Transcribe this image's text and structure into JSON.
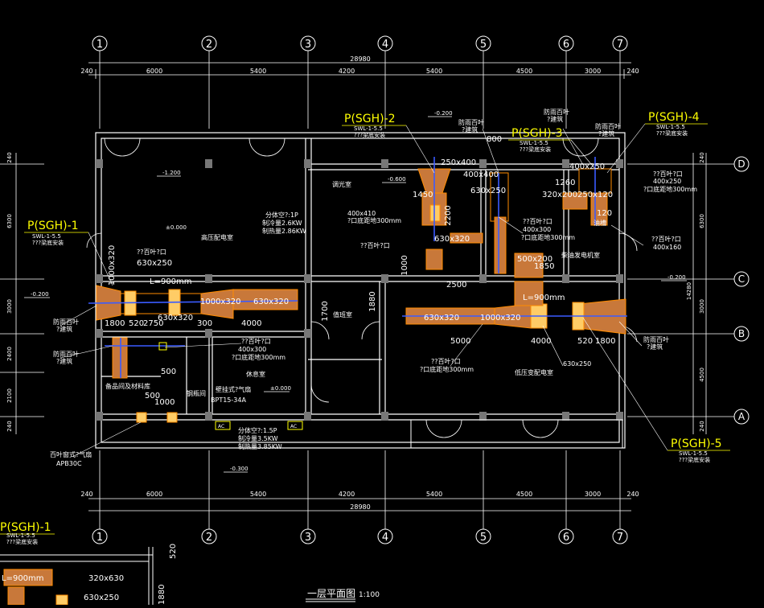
{
  "drawing": {
    "title": "一层平面图",
    "scale": "1:100",
    "total_length": "28980",
    "total_width": "14280",
    "column_axes": [
      "1",
      "2",
      "3",
      "4",
      "5",
      "6",
      "7"
    ],
    "row_axes": [
      "A",
      "B",
      "C",
      "D"
    ],
    "top_dims": [
      "240",
      "6000",
      "5400",
      "4200",
      "5400",
      "4500",
      "3000",
      "240"
    ],
    "left_dims": [
      "240",
      "6300",
      "3000",
      "2400",
      "2100",
      "240"
    ],
    "right_dims": [
      "240",
      "6300",
      "3000",
      "4500",
      "240"
    ]
  },
  "levels": {
    "l1": "-1.200",
    "l2": "±0.000",
    "l3": "-0.200",
    "l4": "-0.600",
    "l5": "-0.200",
    "l6": "-0.200",
    "l7": "±0.000",
    "l8": "-0.300"
  },
  "rooms": {
    "hv": "高压配电室",
    "tiao": "调光室",
    "gen": "柴油发电机室",
    "duty": "值班室",
    "lv": "低压变配电室",
    "rest": "休息室",
    "spare": "备品间及材料库",
    "steel": "钢瓶间"
  },
  "callouts": {
    "sgh1": "P(SGH)-1",
    "sgh2": "P(SGH)-2",
    "sgh3": "P(SGH)-3",
    "sgh4": "P(SGH)-4",
    "sgh5": "P(SGH)-5",
    "sgh1b": "P(SGH)-1",
    "swl": "SWL-1-5.5",
    "mount": "???梁底安装"
  },
  "duct": {
    "d1": "630x320",
    "d2": "1000x320",
    "d3": "630x320",
    "d4": "1000x320",
    "d5": "630x320",
    "d6": "250x400",
    "d7": "630x320",
    "d8": "400x400",
    "d9": "320x200",
    "d10": "250x120",
    "d11": "400x250",
    "d12": "500x200",
    "d13": "630x250",
    "d14": "630x250",
    "d15": "320x630",
    "d16": "630x250",
    "l900a": "L=900mm",
    "l900b": "L=900mm",
    "l4000a": "4000",
    "l4000b": "4000",
    "l5000": "5000",
    "l2500": "2500",
    "l1880": "1880",
    "l1800": "1800",
    "l520": "520",
    "l2750": "2750",
    "l300": "300",
    "l1450": "1450",
    "l800": "800",
    "l1850": "1850",
    "l1000": "1000",
    "l1700": "1700",
    "l500": "500",
    "l2200": "2200",
    "l1260": "1260",
    "l120": "120"
  },
  "notes": {
    "vent1": "??百叶?口",
    "vent1b": "400x250",
    "vent1c": "?口底距地300mm",
    "vent2": "??百叶?口",
    "vent2b": "400x410",
    "vent2c": "?口底距地300mm",
    "vent3": "??百叶?口",
    "vent3b": "400x300",
    "vent3c": "?口底距地300mm",
    "vent4": "??百叶?口",
    "vent4b": "630x250",
    "vent5": "??百叶?口",
    "vent5b": "400x160",
    "fan1": "分体空?:1P",
    "fan1b": "制冷量2.6KW",
    "fan1c": "制热量2.86KW",
    "fan2": "分体空?:1.5P",
    "fan2b": "制冷量3.5KW",
    "fan2c": "制热量3.85KW",
    "wallfan": "壁挂式?气扇",
    "wallfanb": "BPT15-34A",
    "louver": "防雨百叶",
    "louverb": "?建筑",
    "bf": "百叶窗式?气扇",
    "bfb": "APB30C",
    "oil": "油槽",
    "ac": "AC",
    "gasket": "??百叶?口",
    "gasketb": "630x250"
  },
  "colors": {
    "wall": "#ffffff",
    "duct_fill": "#d68a4a",
    "duct_line": "#ff8c00",
    "pipe": "#3a5bff",
    "callout": "#ffff00",
    "dim": "#ffffff",
    "grid": "#ffffff"
  }
}
